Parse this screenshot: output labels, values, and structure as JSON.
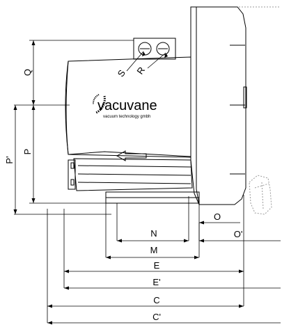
{
  "logo": {
    "name": "vacuvane",
    "tagline": "vacuum technology gmbh"
  },
  "dimensions": {
    "Q": "Q",
    "P": "P",
    "P_prime": "P'",
    "S": "S",
    "R": "R",
    "O": "O",
    "O_prime": "O'",
    "N": "N",
    "M": "M",
    "E": "E",
    "E_prime": "E'",
    "C": "C",
    "C_prime": "C'"
  },
  "colors": {
    "line": "#000000",
    "dotted": "#9a9a9a",
    "arrow": "#000000"
  }
}
